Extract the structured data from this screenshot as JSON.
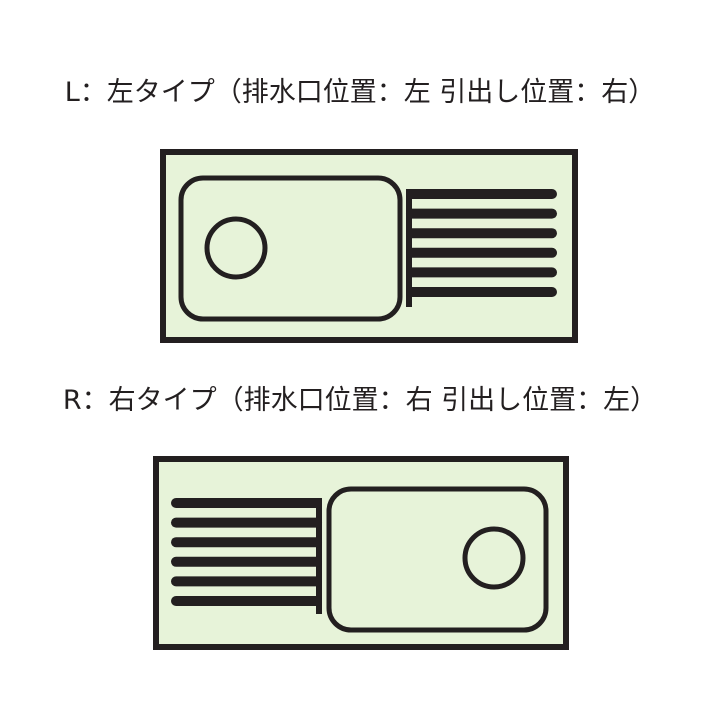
{
  "figure": {
    "colors": {
      "sink_fill": "#e7f3d9",
      "outline": "#231f20",
      "text": "#231f20"
    },
    "types": [
      {
        "code": "L",
        "label": "L：左タイプ（排水口位置：左 引出し位置：右）",
        "drain_position": "left",
        "drainboard_position": "right",
        "drainboard_ribs": 6
      },
      {
        "code": "R",
        "label": "R：右タイプ（排水口位置：右 引出し位置：左）",
        "drain_position": "right",
        "drainboard_position": "left",
        "drainboard_ribs": 6
      }
    ]
  }
}
